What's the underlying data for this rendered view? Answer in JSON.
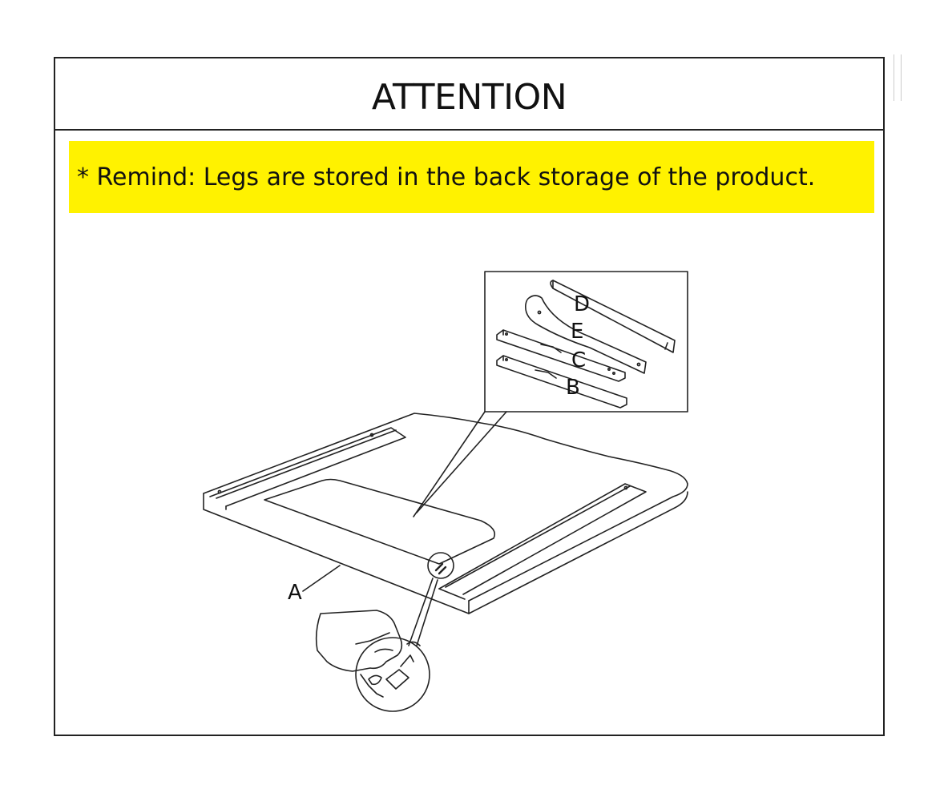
{
  "header": {
    "title": "ATTENTION"
  },
  "notice": {
    "text": "* Remind: Legs are stored in the back storage of the product.",
    "background": "#FFF200"
  },
  "diagram": {
    "part_labels": {
      "a": "A",
      "b": "B",
      "c": "C",
      "d": "D",
      "e": "E"
    },
    "line_color": "#222222"
  }
}
